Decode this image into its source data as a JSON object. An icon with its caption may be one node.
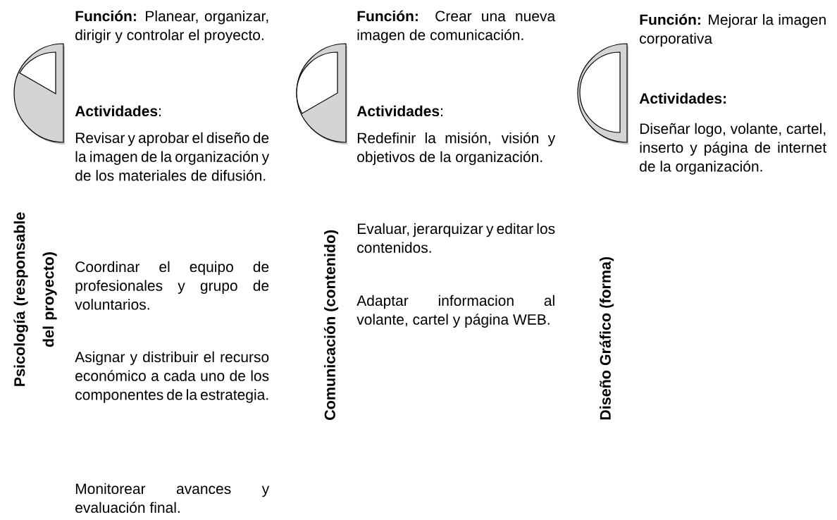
{
  "diagram": {
    "labels": [
      "Psicología (responsable del proyecto)",
      "**Función:** Planear, organizar, dirigir y controlar el proyecto.",
      "**Actividades**:",
      "Revisar y aprobar el diseño de la imagen de la organización y de los materiales de difusión.",
      "Coordinar el equipo de profesionales y grupo de voluntarios.",
      "Asignar y distribuir el recurso económico a cada uno de los componentes de la estrategia.",
      "Monitorear avances y evaluación final.",
      "Comunicación (contenido)",
      "**Función:** Crear una nueva imagen de comunicación.",
      "**Actividades**:",
      "Redefinir la misión, visión y objetivos de la organización.",
      "Evaluar, jerarquizar y editar los contenidos.",
      "Adaptar informacion al volante, cartel y página WEB.",
      "Diseño Gráfico (forma)",
      "**Función:** Mejorar la imagen corporativa",
      "Actividades:",
      "Diseñar logo, volante, cartel, inserto y página de internet de la organización."
    ]
  }
}
